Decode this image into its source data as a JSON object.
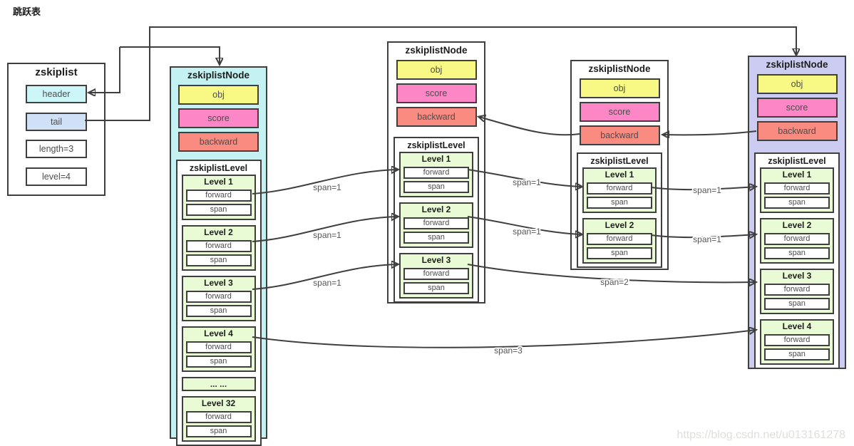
{
  "title": "跳跃表",
  "watermark": "https://blog.csdn.net/u013161278",
  "colors": {
    "border": "#3f3f3f",
    "node1-bg": "#c4f2f2",
    "node4-bg": "#ccccf2",
    "obj": "#f8f884",
    "score": "#fc86c6",
    "backward": "#f98b80",
    "level": "#e9fbd4",
    "header-field": "#ccf6f8",
    "tail-field": "#cfe0f7"
  },
  "zskiplist": {
    "title": "zskiplist",
    "header": "header",
    "tail": "tail",
    "length": "length=3",
    "level": "level=4"
  },
  "nodes": [
    {
      "title": "zskiplistNode",
      "obj": "obj",
      "score": "score",
      "backward": "backward",
      "level_title": "zskiplistLevel",
      "levels": [
        {
          "name": "Level 1",
          "forward": "forward",
          "span": "span"
        },
        {
          "name": "Level 2",
          "forward": "forward",
          "span": "span"
        },
        {
          "name": "Level 3",
          "forward": "forward",
          "span": "span"
        },
        {
          "name": "Level 4",
          "forward": "forward",
          "span": "span"
        }
      ],
      "ellipsis": "... ...",
      "level32": {
        "name": "Level 32",
        "forward": "forward",
        "span": "span"
      }
    },
    {
      "title": "zskiplistNode",
      "obj": "obj",
      "score": "score",
      "backward": "backward",
      "level_title": "zskiplistLevel",
      "levels": [
        {
          "name": "Level 1",
          "forward": "forward",
          "span": "span"
        },
        {
          "name": "Level 2",
          "forward": "forward",
          "span": "span"
        },
        {
          "name": "Level 3",
          "forward": "forward",
          "span": "span"
        }
      ]
    },
    {
      "title": "zskiplistNode",
      "obj": "obj",
      "score": "score",
      "backward": "backward",
      "level_title": "zskiplistLevel",
      "levels": [
        {
          "name": "Level 1",
          "forward": "forward",
          "span": "span"
        },
        {
          "name": "Level 2",
          "forward": "forward",
          "span": "span"
        }
      ]
    },
    {
      "title": "zskiplistNode",
      "obj": "obj",
      "score": "score",
      "backward": "backward",
      "level_title": "zskiplistLevel",
      "levels": [
        {
          "name": "Level 1",
          "forward": "forward",
          "span": "span"
        },
        {
          "name": "Level 2",
          "forward": "forward",
          "span": "span"
        },
        {
          "name": "Level 3",
          "forward": "forward",
          "span": "span"
        },
        {
          "name": "Level 4",
          "forward": "forward",
          "span": "span"
        }
      ]
    }
  ],
  "edge_labels": [
    {
      "text": "span=1"
    },
    {
      "text": "span=1"
    },
    {
      "text": "span=1"
    },
    {
      "text": "span=1"
    },
    {
      "text": "span=1"
    },
    {
      "text": "span=1"
    },
    {
      "text": "span=1"
    },
    {
      "text": "span=2"
    },
    {
      "text": "span=3"
    }
  ]
}
